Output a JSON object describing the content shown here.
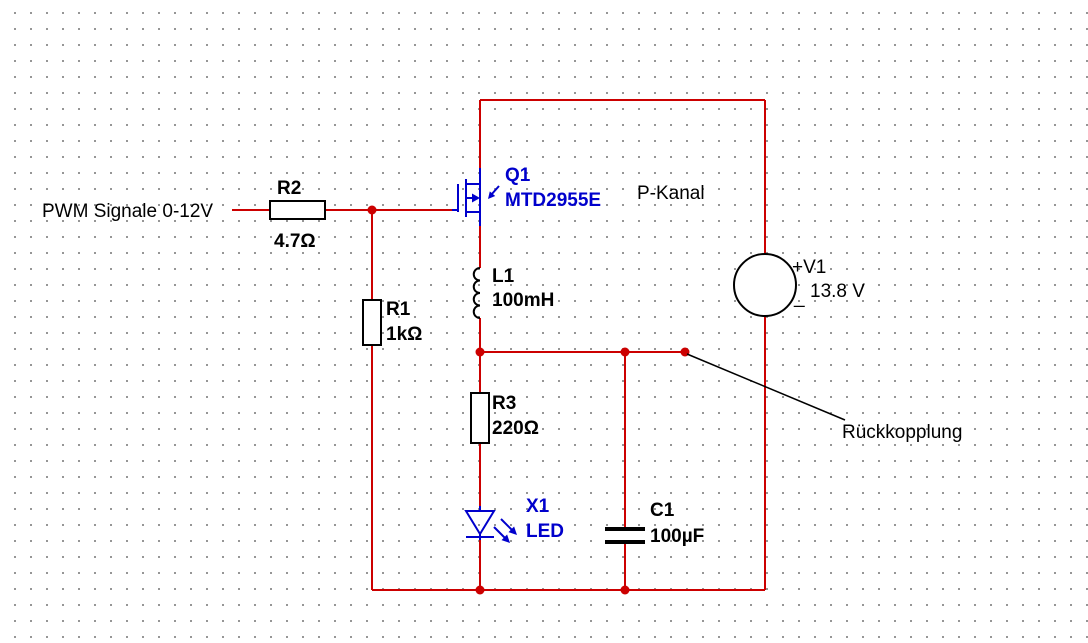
{
  "diagram": {
    "type": "circuit-schematic",
    "annotations": {
      "pwm_input": "PWM Signale 0-12V",
      "channel_type": "P-Kanal",
      "feedback": "Rückkopplung"
    },
    "components": {
      "r2": {
        "ref": "R2",
        "value": "4.7Ω"
      },
      "r1": {
        "ref": "R1",
        "value": "1kΩ"
      },
      "r3": {
        "ref": "R3",
        "value": "220Ω"
      },
      "l1": {
        "ref": "L1",
        "value": "100mH"
      },
      "q1": {
        "ref": "Q1",
        "part": "MTD2955E"
      },
      "x1": {
        "ref": "X1",
        "value": "LED"
      },
      "c1": {
        "ref": "C1",
        "value": "100µF"
      },
      "v1": {
        "ref": "+V1",
        "value": "13.8 V",
        "minus_mark": "_"
      }
    }
  },
  "colors": {
    "background": "#ffffff",
    "grid_dot": "#969696",
    "wire": "#cc0000",
    "junction": "#cc0000",
    "semiconductor": "#0000cc",
    "outline": "#000000",
    "text": "#000000"
  }
}
